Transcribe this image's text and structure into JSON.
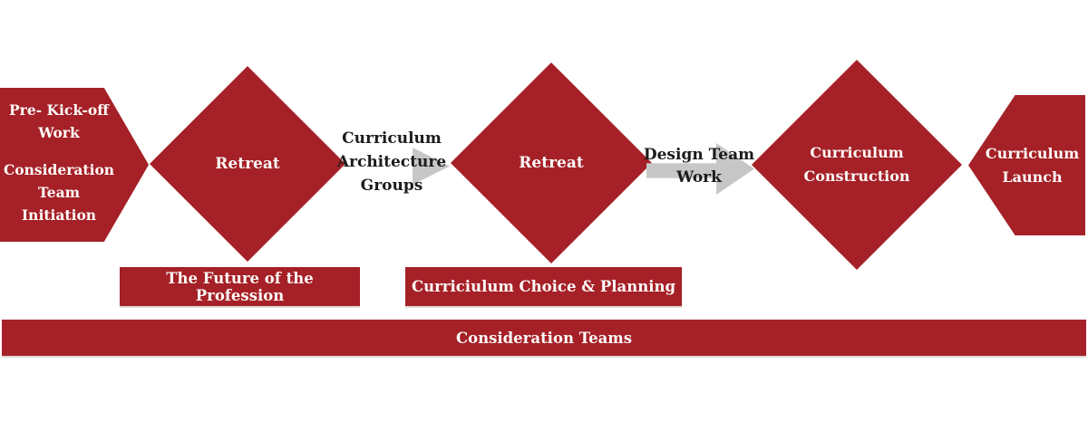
{
  "colors": {
    "shape_red": "#a52127",
    "arrow_gray": "#c7c7c7",
    "label_on_red": "#fcfaf8",
    "label_dark": "#1c1c1c"
  },
  "flow": {
    "pre_kickoff": {
      "work_lines": [
        "Pre- Kick-off",
        "Work"
      ],
      "team_lines": [
        "Consideration",
        "Team",
        "Initiation"
      ]
    },
    "retreat_1": {
      "label": "Retreat"
    },
    "architecture_groups": {
      "lines": [
        "Curriculum",
        "Architecture",
        "Groups"
      ]
    },
    "retreat_2": {
      "label": "Retreat"
    },
    "design_team": {
      "lines": [
        "Design Team",
        "Work"
      ]
    },
    "construction": {
      "lines": [
        "Curriculum",
        "Construction"
      ]
    },
    "launch": {
      "lines": [
        "Curriculum",
        "Launch"
      ]
    }
  },
  "phases": {
    "future_profession": "The Future of the Profession",
    "choice_planning": "Curriciulum Choice & Planning",
    "consideration_teams": "Consideration Teams"
  }
}
